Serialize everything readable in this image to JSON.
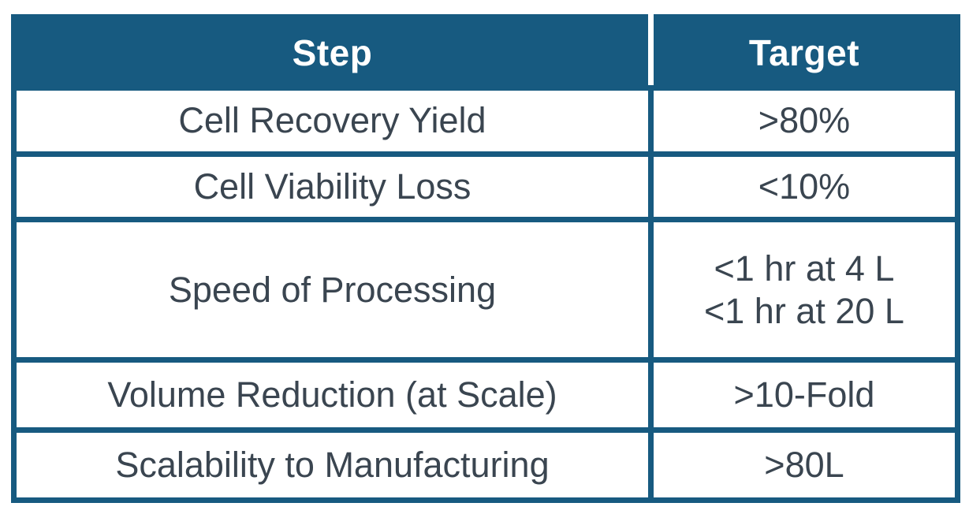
{
  "table": {
    "columns": [
      {
        "label": "Step"
      },
      {
        "label": "Target"
      }
    ],
    "rows": [
      {
        "step": "Cell Recovery Yield",
        "target": ">80%"
      },
      {
        "step": "Cell Viability Loss",
        "target": "<10%"
      },
      {
        "step": "Speed of Processing",
        "target": "<1 hr at 4 L\n<1 hr at 20 L"
      },
      {
        "step": "Volume Reduction (at Scale)",
        "target": ">10-Fold"
      },
      {
        "step": "Scalability to Manufacturing",
        "target": ">80L"
      }
    ]
  },
  "colors": {
    "header_background": "#175a80",
    "header_text": "#ffffff",
    "border": "#175a80",
    "body_text": "#3a4550",
    "page_background": "#ffffff"
  },
  "chart_data": {
    "type": "table",
    "title": "",
    "columns": [
      "Step",
      "Target"
    ],
    "rows": [
      [
        "Cell Recovery Yield",
        ">80%"
      ],
      [
        "Cell Viability Loss",
        "<10%"
      ],
      [
        "Speed of Processing",
        "<1 hr at 4 L; <1 hr at 20 L"
      ],
      [
        "Volume Reduction (at Scale)",
        ">10-Fold"
      ],
      [
        "Scalability to Manufacturing",
        ">80L"
      ]
    ]
  }
}
